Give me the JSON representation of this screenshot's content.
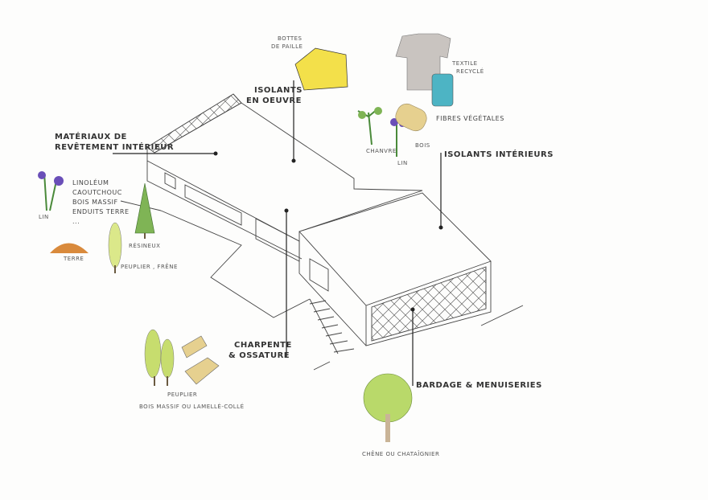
{
  "categories": {
    "interior_finish": {
      "title_line1": "Matériaux de",
      "title_line2": "revêtement intérieur",
      "items": [
        "Linoléum",
        "Caoutchouc",
        "Bois massif",
        "Enduits terre",
        "..."
      ],
      "flower_label": "Lin",
      "earth_label": "Terre",
      "conifer_label": "Résineux",
      "poplar_label": "Peuplier , frêne"
    },
    "insulation_built": {
      "title_line1": "Isolants",
      "title_line2": "en oeuvre",
      "straw_label_line1": "Bottes",
      "straw_label_line2": "de paille"
    },
    "insulation_interior": {
      "title": "Isolants intérieurs",
      "textile_line1": "Textile",
      "textile_line2": "recyclé",
      "fibres": "Fibres végétales",
      "hemp": "Chanvre",
      "wood": "Bois",
      "flax": "Lin"
    },
    "structure": {
      "title_line1": "Charpente",
      "title_line2": "& ossature",
      "tree_label": "Peuplier",
      "wood_label": "Bois massif ou lamellé-collé"
    },
    "cladding": {
      "title": "Bardage & menuiseries",
      "tree_label": "Chêne ou chataîgnier"
    }
  },
  "colors": {
    "straw": "#f3e04a",
    "foliage": "#b9d96a",
    "flower": "#6a4fb8",
    "thread": "#4db4c4",
    "shirt": "#c9c4c0",
    "earth": "#d98a3c",
    "wood": "#e6d08f"
  }
}
